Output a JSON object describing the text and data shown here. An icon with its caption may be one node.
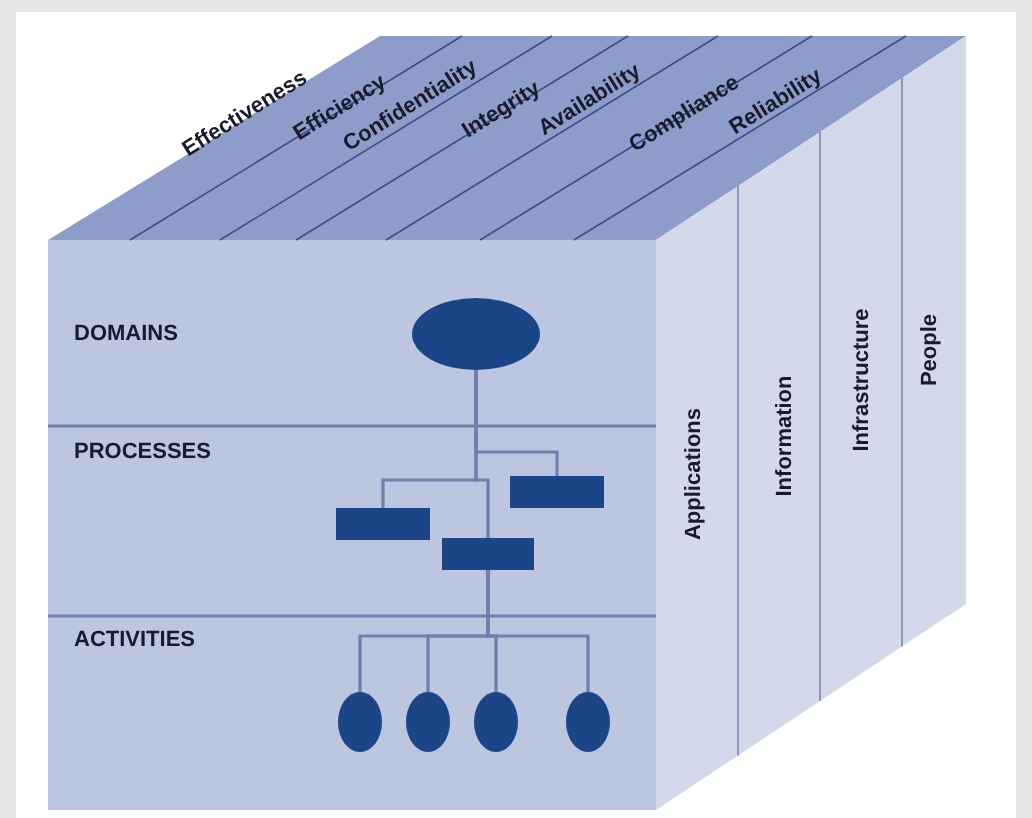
{
  "diagram": {
    "nodes": [
      {
        "text": [],
        "shape": "ellipse"
      },
      {
        "text": [],
        "shape": "box"
      },
      {
        "text": [],
        "shape": "box"
      },
      {
        "text": [],
        "shape": "box"
      },
      {
        "text": [],
        "shape": "ellipse"
      },
      {
        "text": [],
        "shape": "ellipse"
      },
      {
        "text": [],
        "shape": "ellipse"
      },
      {
        "text": [],
        "shape": "ellipse"
      }
    ],
    "edges": [
      {
        "from": 0,
        "to": 1,
        "arrow": "none"
      },
      {
        "from": 0,
        "to": 2,
        "arrow": "none"
      },
      {
        "from": 0,
        "to": 3,
        "arrow": "none"
      },
      {
        "from": 3,
        "to": 4,
        "arrow": "none"
      },
      {
        "from": 3,
        "to": 5,
        "arrow": "none"
      },
      {
        "from": 3,
        "to": 6,
        "arrow": "none"
      },
      {
        "from": 3,
        "to": 7,
        "arrow": "none"
      }
    ],
    "labels": [
      "Effectiveness",
      "Efficiency",
      "Confidentiality",
      "Integrity",
      "Availability",
      "Compliance",
      "Reliability",
      "DOMAINS",
      "PROCESSES",
      "ACTIVITIES",
      "Applications",
      "Information",
      "Infrastructure",
      "People"
    ]
  }
}
